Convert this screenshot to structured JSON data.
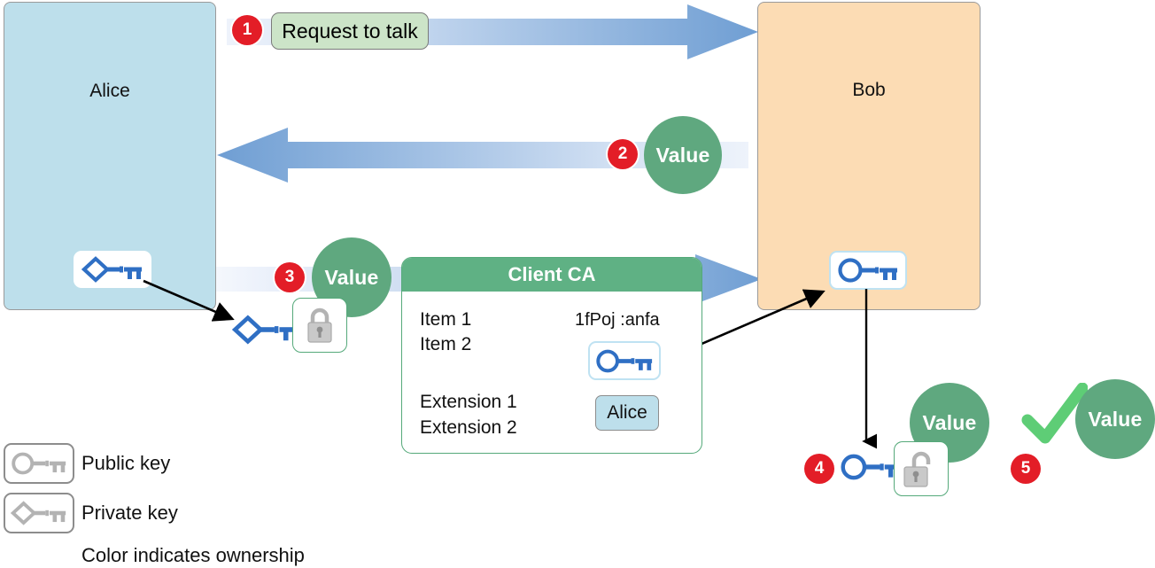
{
  "actors": [
    {
      "name": "alice",
      "label": "Alice",
      "fill": "#bddfeb",
      "stroke": "#9a9a9a"
    },
    {
      "name": "bob",
      "label": "Bob",
      "fill": "#fcdcb4",
      "stroke": "#9a9a9a"
    }
  ],
  "steps": [
    {
      "number": "1",
      "label": "Request to talk"
    },
    {
      "number": "2",
      "label": "Value"
    },
    {
      "number": "3",
      "label": "Value"
    },
    {
      "number": "4",
      "label": "Value"
    },
    {
      "number": "5",
      "label": "Value"
    }
  ],
  "badges": {
    "request_to_talk": "Request to talk",
    "value": "Value"
  },
  "certificate": {
    "title": "Client CA",
    "items": [
      "Item 1",
      "Item 2"
    ],
    "extensions": [
      "Extension 1",
      "Extension 2"
    ],
    "hash": "1fPoj :anfa",
    "subject": "Alice"
  },
  "legend": {
    "public_key": "Public key",
    "private_key": "Private key",
    "note": "Color indicates ownership"
  },
  "colors": {
    "alice_fill": "#bddfeb",
    "bob_fill": "#fcdcb4",
    "green_value": "#5fa87f",
    "green_header": "#5fb184",
    "green_pill": "#cce4c8",
    "red_badge": "#e31d27",
    "check_green": "#5ecd76",
    "arrow_blue": "#6f9ed3",
    "key_blue": "#2f6fc4",
    "key_grey": "#b3b3b3"
  },
  "icons": {
    "public_key": "public-key-icon",
    "private_key": "private-key-icon",
    "lock_closed": "padlock-locked-icon",
    "lock_open": "padlock-unlocked-icon",
    "check": "checkmark-icon"
  }
}
